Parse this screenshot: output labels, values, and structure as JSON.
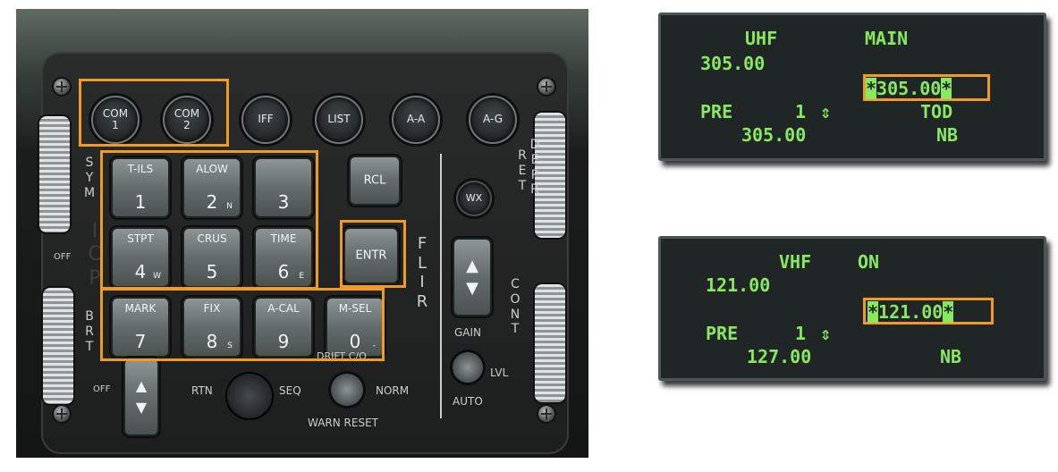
{
  "icp": {
    "top_buttons": [
      "COM\n1",
      "COM\n2",
      "IFF",
      "LIST",
      "A-A",
      "A-G"
    ],
    "keys": [
      {
        "top": "T-ILS",
        "num": "1",
        "sub": ""
      },
      {
        "top": "ALOW",
        "num": "2",
        "sub": "N"
      },
      {
        "top": "",
        "num": "3",
        "sub": ""
      },
      {
        "top": "STPT",
        "num": "4",
        "sub": "W"
      },
      {
        "top": "CRUS",
        "num": "5",
        "sub": ""
      },
      {
        "top": "TIME",
        "num": "6",
        "sub": "E"
      },
      {
        "top": "MARK",
        "num": "7",
        "sub": ""
      },
      {
        "top": "FIX",
        "num": "8",
        "sub": "S"
      },
      {
        "top": "A-CAL",
        "num": "9",
        "sub": ""
      },
      {
        "top": "M-SEL",
        "num": "0",
        "sub": "-"
      }
    ],
    "rcl": "RCL",
    "entr": "ENTR",
    "wx": "WX",
    "labels": {
      "sym": [
        "S",
        "Y",
        "M"
      ],
      "brt": [
        "B",
        "R",
        "T"
      ],
      "ret": [
        "R",
        "E",
        "T"
      ],
      "depr": [
        "D",
        "E",
        "P",
        "R"
      ],
      "flir": [
        "F",
        "L",
        "I",
        "R"
      ],
      "cont": [
        "C",
        "O",
        "N",
        "T"
      ],
      "icp_ghost": [
        "I",
        "C",
        "P"
      ],
      "off_left": "OFF",
      "off_bottom": "OFF",
      "rtn": "RTN",
      "seq": "SEQ",
      "drift": "DRIFT C/O",
      "norm": "NORM",
      "warn_reset": "WARN RESET",
      "gain": "GAIN",
      "lvl": "LVL",
      "auto": "AUTO"
    }
  },
  "ded1": {
    "line1_left": "UHF",
    "line1_right": "MAIN",
    "line2": "305.00",
    "active_freq": "305.00",
    "pre_label": "PRE",
    "pre_value": "1",
    "pre_arrows": "⇕",
    "right_mode": "TOD",
    "preset_freq": "305.00",
    "bandwidth": "NB"
  },
  "ded2": {
    "line1_left": "VHF",
    "line1_right": "ON",
    "line2": "121.00",
    "active_freq": "121.00",
    "pre_label": "PRE",
    "pre_value": "1",
    "pre_arrows": "⇕",
    "preset_freq": "127.00",
    "bandwidth": "NB"
  },
  "colors": {
    "highlight": "#f39a25",
    "ded_text": "#8ae85f",
    "ded_bg": "#202626"
  }
}
